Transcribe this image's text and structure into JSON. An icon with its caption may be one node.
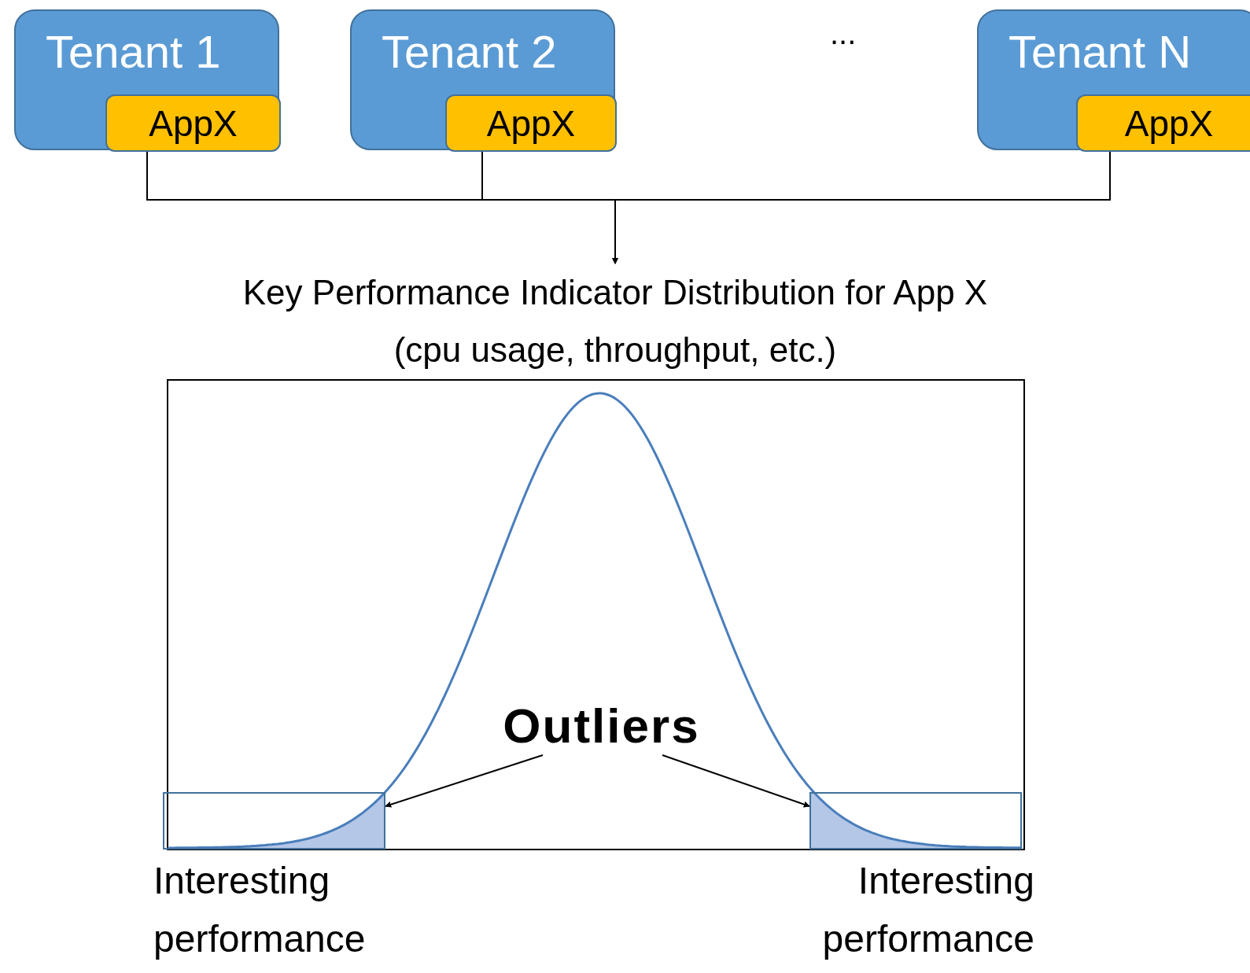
{
  "diagram": {
    "nodes": [
      {
        "text": [
          "Tenant 1"
        ]
      },
      {
        "text": [
          "AppX"
        ],
        "in": 0
      },
      {
        "text": [
          "Tenant 2"
        ]
      },
      {
        "text": [
          "AppX"
        ],
        "in": 2
      },
      {
        "text": [
          "Tenant N"
        ]
      },
      {
        "text": [
          "AppX"
        ],
        "in": 4
      },
      {
        "text": [
          "Key Performance Indicator Distribution for App X (cpu usage, throughput, etc.)"
        ]
      },
      {
        "text": [
          "Outliers"
        ]
      },
      {
        "text": [],
        "shape": "box",
        "beside": [
          "Interesting performance"
        ]
      },
      {
        "text": [],
        "shape": "box",
        "beside": [
          "Interesting performance"
        ]
      }
    ],
    "edges": [
      {
        "from": 1,
        "to": 6,
        "arrow": "to"
      },
      {
        "from": 3,
        "to": 6,
        "arrow": "to"
      },
      {
        "from": 5,
        "to": 6,
        "arrow": "to"
      },
      {
        "from": 7,
        "to": 8,
        "arrow": "to"
      },
      {
        "from": 7,
        "to": 9,
        "arrow": "to"
      }
    ],
    "labels": [
      "..."
    ]
  }
}
